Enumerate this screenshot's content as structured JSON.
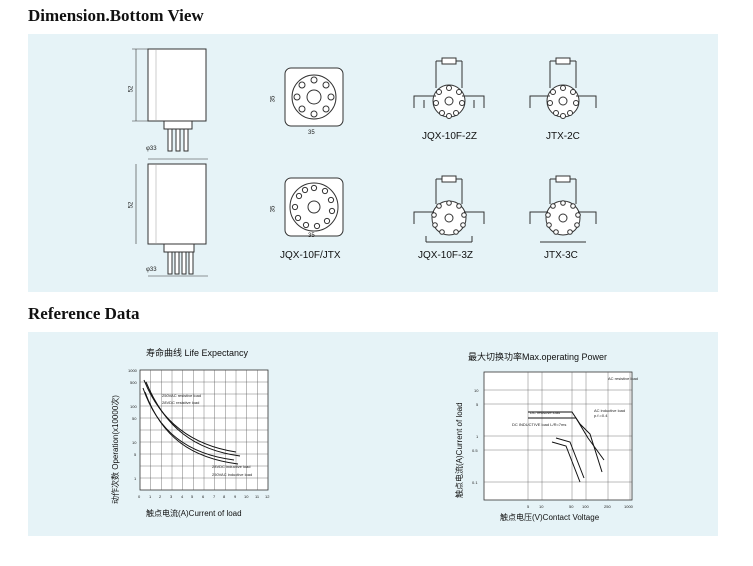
{
  "sections": {
    "dimension_title": "Dimension.Bottom View",
    "reference_title": "Reference Data"
  },
  "dimension": {
    "height_label": "52",
    "side_label": "35",
    "bottom_label": "35",
    "pin_label": "φ33",
    "captions": {
      "jqx10f_jtx": "JQX-10F/JTX",
      "jqx10f_2z": "JQX-10F-2Z",
      "jtx_2c": "JTX-2C",
      "jqx10f_3z": "JQX-10F-3Z",
      "jtx_3c": "JTX-3C"
    }
  },
  "life_chart": {
    "title": "寿命曲线 Life  Expectancy",
    "ylabel": "动作次数 Operation(x10000次)",
    "xlabel": "触点电流(A)Current of load",
    "y_ticks": [
      "1000",
      "500",
      "100",
      "50",
      "10",
      "5",
      "1"
    ],
    "x_ticks": [
      "0",
      "1",
      "2",
      "3",
      "4",
      "5",
      "6",
      "7",
      "8",
      "9",
      "10",
      "11",
      "12"
    ],
    "annotations": {
      "a1": "250VAC resistive load",
      "a2": "28VDC resistive load",
      "a3": "28VDC inductive load",
      "a4": "250VAC inductive load"
    }
  },
  "power_chart": {
    "title": "最大切换功率Max.operating Power",
    "ylabel": "触点电流(A)Current of load",
    "xlabel": "触点电压(V)Contact Voltage",
    "y_ticks": [
      "10",
      "5",
      "1",
      "0.5",
      "0.1"
    ],
    "x_ticks": [
      "5",
      "10",
      "50",
      "100",
      "250",
      "1000"
    ],
    "annotations": {
      "b1": "AC resistive load",
      "b2": "DC resistive load",
      "b3": "AC inductive load p.f.=0.4",
      "b4": "DC INDUCTIVE load L/R=7ms"
    }
  }
}
